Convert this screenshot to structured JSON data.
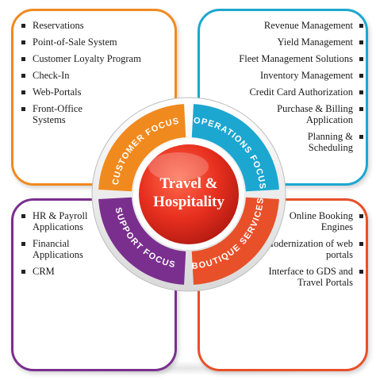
{
  "quadrants": {
    "customer_focus": {
      "label": "CUSTOMER FOCUS",
      "color": "#f08a1f",
      "items": [
        "Reservations",
        "Point-of-Sale System",
        "Customer Loyalty Program",
        "Check-In",
        "Web-Portals",
        "Front-Office Systems"
      ]
    },
    "operations_focus": {
      "label": "OPERATIONS FOCUS",
      "color": "#1ca7d0",
      "items": [
        "Revenue Management",
        "Yield Management",
        "Fleet Management Solutions",
        "Inventory Management",
        "Credit Card Authorization",
        "Purchase & Billing Application",
        "Planning & Scheduling"
      ]
    },
    "support_focus": {
      "label": "SUPPORT FOCUS",
      "color": "#7a2f8e",
      "items": [
        "HR & Payroll Applications",
        "Financial Applications",
        "CRM"
      ]
    },
    "boutique_services": {
      "label": "BOUTIQUE SERVICES",
      "color": "#e8502a",
      "items": [
        "Online Booking Engines",
        "Modernization of web portals",
        "Interface to GDS and Travel Portals"
      ]
    }
  },
  "center": {
    "line1": "Travel &",
    "line2": "Hospitality",
    "color": "#e8301f"
  }
}
